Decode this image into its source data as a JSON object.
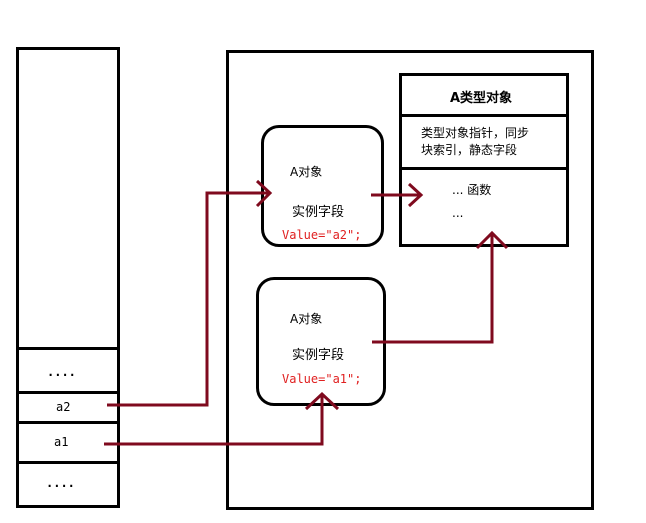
{
  "stack": {
    "cells": [
      {
        "label": "...."
      },
      {
        "label": "a2"
      },
      {
        "label": "a1"
      },
      {
        "label": "...."
      }
    ]
  },
  "heap": {
    "object_a2": {
      "title": "A对象",
      "field_label": "实例字段",
      "value": "Value=\"a2\";"
    },
    "object_a1": {
      "title": "A对象",
      "field_label": "实例字段",
      "value": "Value=\"a1\";"
    },
    "type_object": {
      "title": "A类型对象",
      "overhead_line1": "类型对象指针，同步",
      "overhead_line2": "块索引，静态字段",
      "methods_line1": "... 函数",
      "methods_line2": "..."
    }
  },
  "colors": {
    "arrow": "#7f0a1e",
    "value_text": "#e02020",
    "border": "#000000"
  }
}
